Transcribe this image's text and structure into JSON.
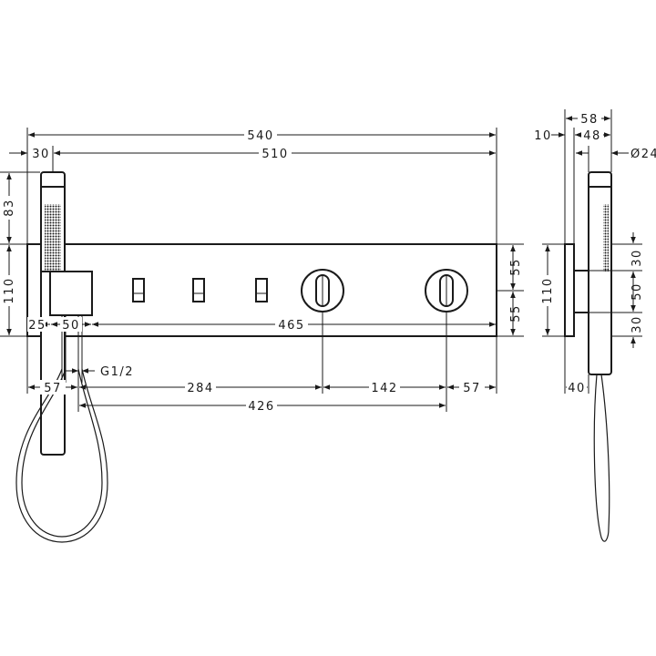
{
  "dimensions": {
    "overall_width": "540",
    "width_from_handshower": "510",
    "handshower_offset": "30",
    "handshower_height": "83",
    "plate_height": "110",
    "holder_offset": "25",
    "holder_width": "50",
    "controls_span": "465",
    "thread": "G1/2",
    "left_margin": "57",
    "to_first_dial": "284",
    "between_dials": "142",
    "right_margin": "57",
    "outlet_to_second_dial": "426",
    "half_height_upper": "55",
    "half_height_lower": "55",
    "side_wall_offset": "10",
    "side_total_depth": "58",
    "side_holder_depth": "48",
    "side_handshower_diameter": "Ø24",
    "side_segment_top": "30",
    "side_segment_middle": "50",
    "side_segment_bottom": "30",
    "side_height": "110",
    "side_outlet_depth": "40"
  }
}
